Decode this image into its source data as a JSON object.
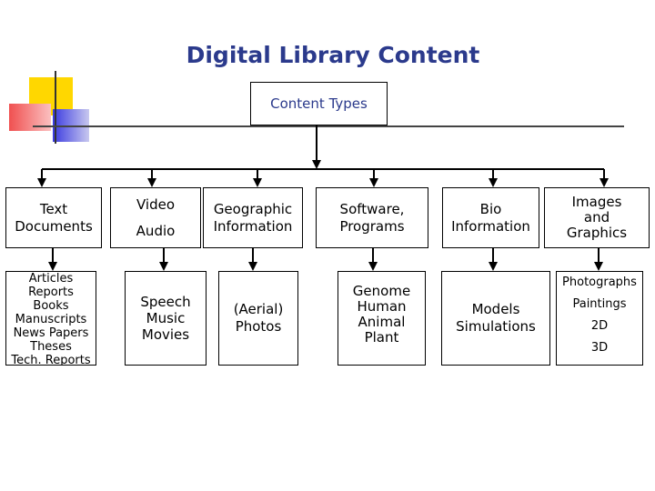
{
  "title": "Digital Library Content",
  "root": {
    "label": "Content Types"
  },
  "categories": [
    {
      "label": [
        "Text",
        "Documents"
      ],
      "items": [
        "Articles",
        "Reports",
        "Books",
        "Manuscripts",
        "News Papers",
        "Theses",
        "Tech. Reports"
      ]
    },
    {
      "label": [
        "Video",
        "Audio"
      ],
      "items": [
        "Speech",
        "Music",
        "Movies"
      ]
    },
    {
      "label": [
        "Geographic",
        "Information"
      ],
      "items": [
        "(Aerial)",
        "Photos"
      ]
    },
    {
      "label": [
        "Software,",
        "Programs"
      ],
      "items": [
        "Genome",
        "Human",
        "Animal",
        "Plant"
      ]
    },
    {
      "label": [
        "Bio",
        "Information"
      ],
      "items": [
        "Models",
        "Simulations"
      ]
    },
    {
      "label": [
        "Images",
        "and",
        "Graphics"
      ],
      "items": [
        "Photographs",
        "Paintings",
        "2D",
        "3D"
      ]
    }
  ],
  "colors": {
    "title": "#2b3a8c",
    "deco_yellow": "#ffd700",
    "deco_red": "#f05050",
    "deco_blue": "#3a3ae0",
    "rule": "#333333"
  }
}
